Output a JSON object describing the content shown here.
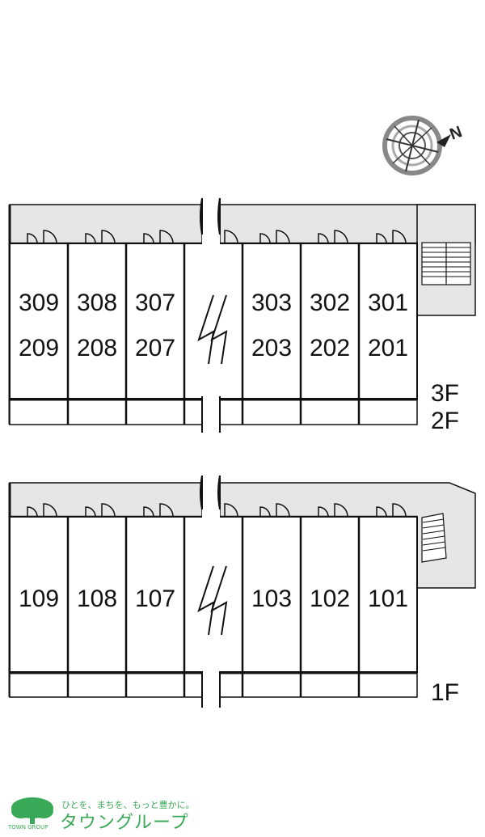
{
  "compass": {
    "label": "N",
    "icon": "compass-rose-icon"
  },
  "upper_floor": {
    "floor_labels": [
      "3F",
      "2F"
    ],
    "units_top": [
      "309",
      "308",
      "307",
      "303",
      "302",
      "301"
    ],
    "units_bottom": [
      "209",
      "208",
      "207",
      "203",
      "202",
      "201"
    ]
  },
  "ground_floor": {
    "floor_label": "1F",
    "units": [
      "109",
      "108",
      "107",
      "103",
      "102",
      "101"
    ]
  },
  "logo": {
    "tagline": "ひとを、まちを、もっと豊かに。",
    "name": "タウングループ",
    "sub": "TOWN GROUP",
    "icon": "tree-icon",
    "color": "#3aa957"
  },
  "colors": {
    "corridor": "#e6e6e6",
    "line": "#111111",
    "background": "#ffffff"
  }
}
